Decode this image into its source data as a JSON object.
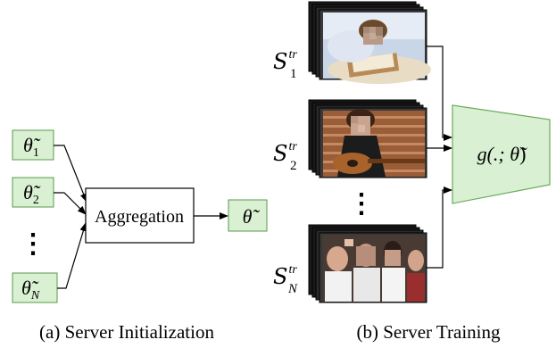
{
  "panel_a": {
    "params": [
      {
        "symbol": "θ̃",
        "sub": "1"
      },
      {
        "symbol": "θ̃",
        "sub": "2"
      },
      {
        "symbol": "θ̃",
        "sub": "N"
      }
    ],
    "dots": "⋮",
    "aggregation_label": "Aggregation",
    "output": {
      "symbol": "θ̃"
    },
    "caption": "(a) Server Initialization",
    "colors": {
      "param_fill": "#d9f0d3",
      "param_stroke": "#5a9a4a"
    }
  },
  "panel_b": {
    "datasets": [
      {
        "symbol": "S",
        "sub": "1",
        "sup": "tr",
        "image": "boy-reading-book"
      },
      {
        "symbol": "S",
        "sub": "2",
        "sup": "tr",
        "image": "girl-playing-guitar"
      },
      {
        "symbol": "S",
        "sub": "N",
        "sup": "tr",
        "image": "crowd-of-people"
      }
    ],
    "dots": "⋮",
    "model_label": {
      "prefix": "g(.; ",
      "param": "θ̃",
      "suffix": ")"
    },
    "caption": "(b) Server Training",
    "colors": {
      "model_fill": "#d9f0d3",
      "model_stroke": "#6aaa5a"
    }
  }
}
